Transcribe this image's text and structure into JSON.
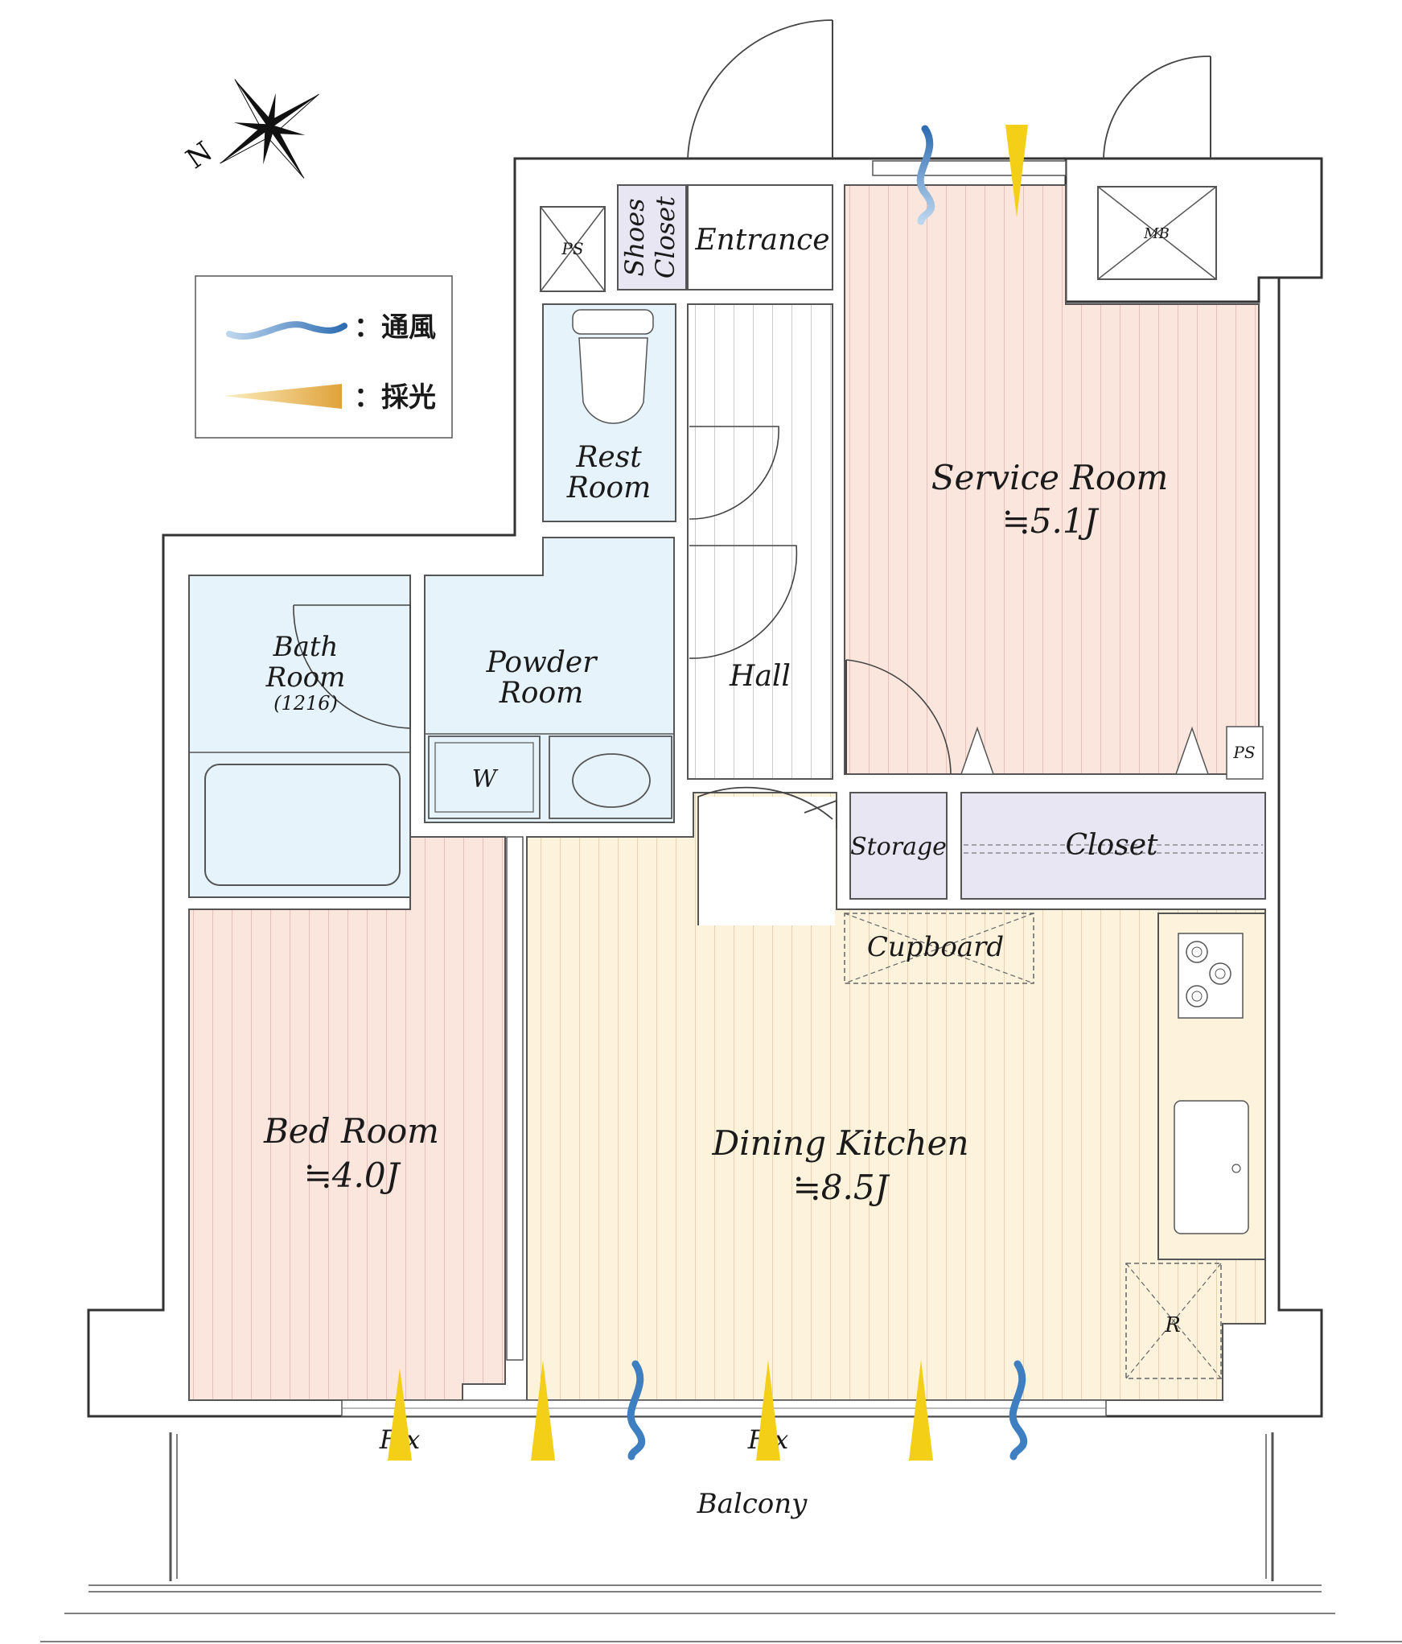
{
  "legend": {
    "ventilation_label": "：通風",
    "lighting_label": "：採光"
  },
  "compass": {
    "north_letter": "N"
  },
  "rooms": {
    "entrance": "Entrance",
    "shoes_closet_line1": "Shoes",
    "shoes_closet_line2": "Closet",
    "ps_top": "PS",
    "mb": "MB",
    "rest_room_line1": "Rest",
    "rest_room_line2": "Room",
    "service_room_name": "Service Room",
    "service_room_size": "≒5.1J",
    "bath_room_line1": "Bath",
    "bath_room_line2": "Room",
    "bath_room_size": "(1216)",
    "powder_room_line1": "Powder",
    "powder_room_line2": "Room",
    "washer": "W",
    "hall": "Hall",
    "ps_right": "PS",
    "storage": "Storage",
    "closet": "Closet",
    "cupboard": "Cupboard",
    "bed_room_name": "Bed Room",
    "bed_room_size": "≒4.0J",
    "dining_kitchen_name": "Dining Kitchen",
    "dining_kitchen_size": "≒8.5J",
    "refrigerator": "R",
    "fix_left": "Fix",
    "fix_right": "Fix",
    "balcony": "Balcony"
  },
  "colors": {
    "ventilation": "#3d7fc1",
    "lighting": "#f3cf17",
    "service_room_floor": "#fbe6dd",
    "bed_room_floor": "#fbe6dd",
    "dining_floor": "#fdf3dc",
    "wet_area": "#e6f3fb",
    "storage": "#e8e6f3"
  }
}
